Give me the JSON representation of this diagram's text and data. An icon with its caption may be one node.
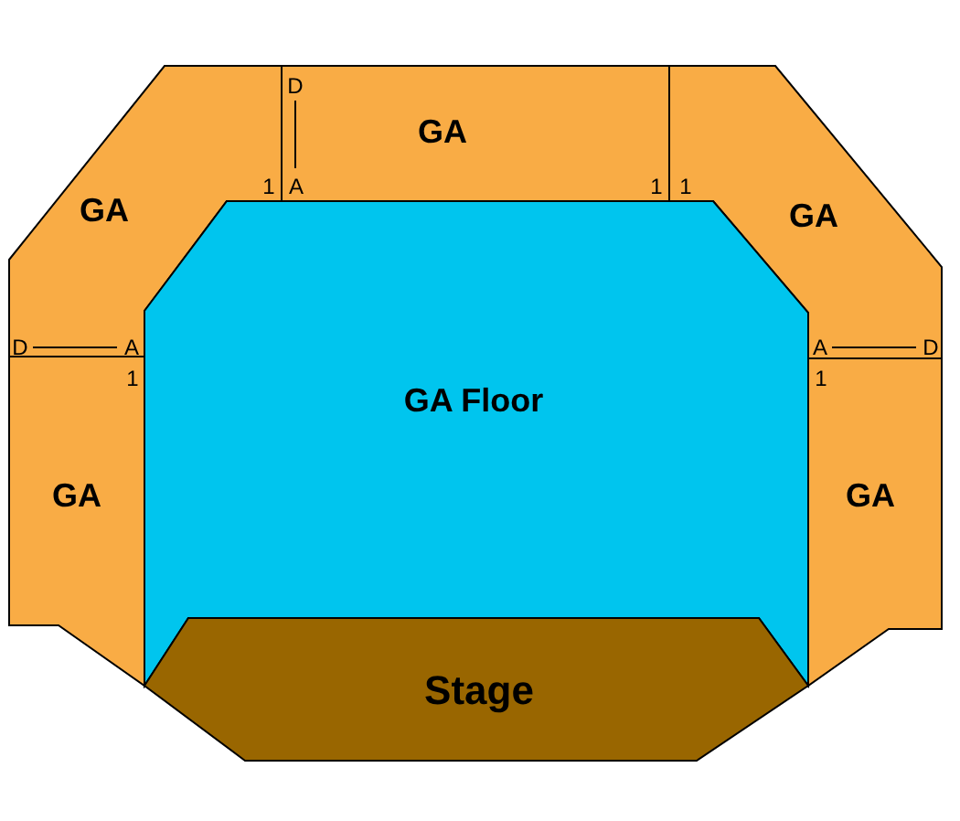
{
  "diagram": {
    "nodes": [
      {
        "text": [
          "GA"
        ]
      },
      {
        "text": [
          "GA"
        ]
      },
      {
        "text": [
          "GA"
        ]
      },
      {
        "text": [
          "GA Floor"
        ]
      },
      {
        "text": [
          "GA"
        ]
      },
      {
        "text": [
          "GA"
        ]
      },
      {
        "text": [
          "Stage"
        ]
      }
    ],
    "labels": [
      "D",
      "1",
      "A",
      "1",
      "1",
      "D",
      "A",
      "A",
      "D",
      "1",
      "1"
    ]
  }
}
